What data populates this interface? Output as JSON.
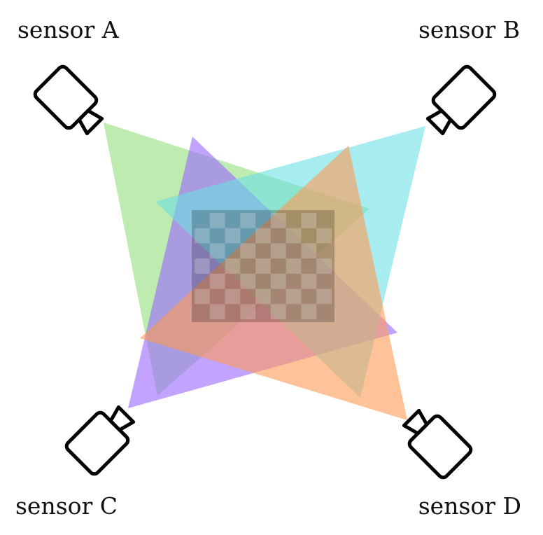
{
  "sensors": [
    {
      "label": "sensor A",
      "color": "#93dd79"
    },
    {
      "label": "sensor B",
      "color": "#6de0e2"
    },
    {
      "label": "sensor C",
      "color": "#9966ff"
    },
    {
      "label": "sensor D",
      "color": "#ff9955"
    }
  ],
  "checkerboard": {
    "columns": 9,
    "rows": 7
  }
}
